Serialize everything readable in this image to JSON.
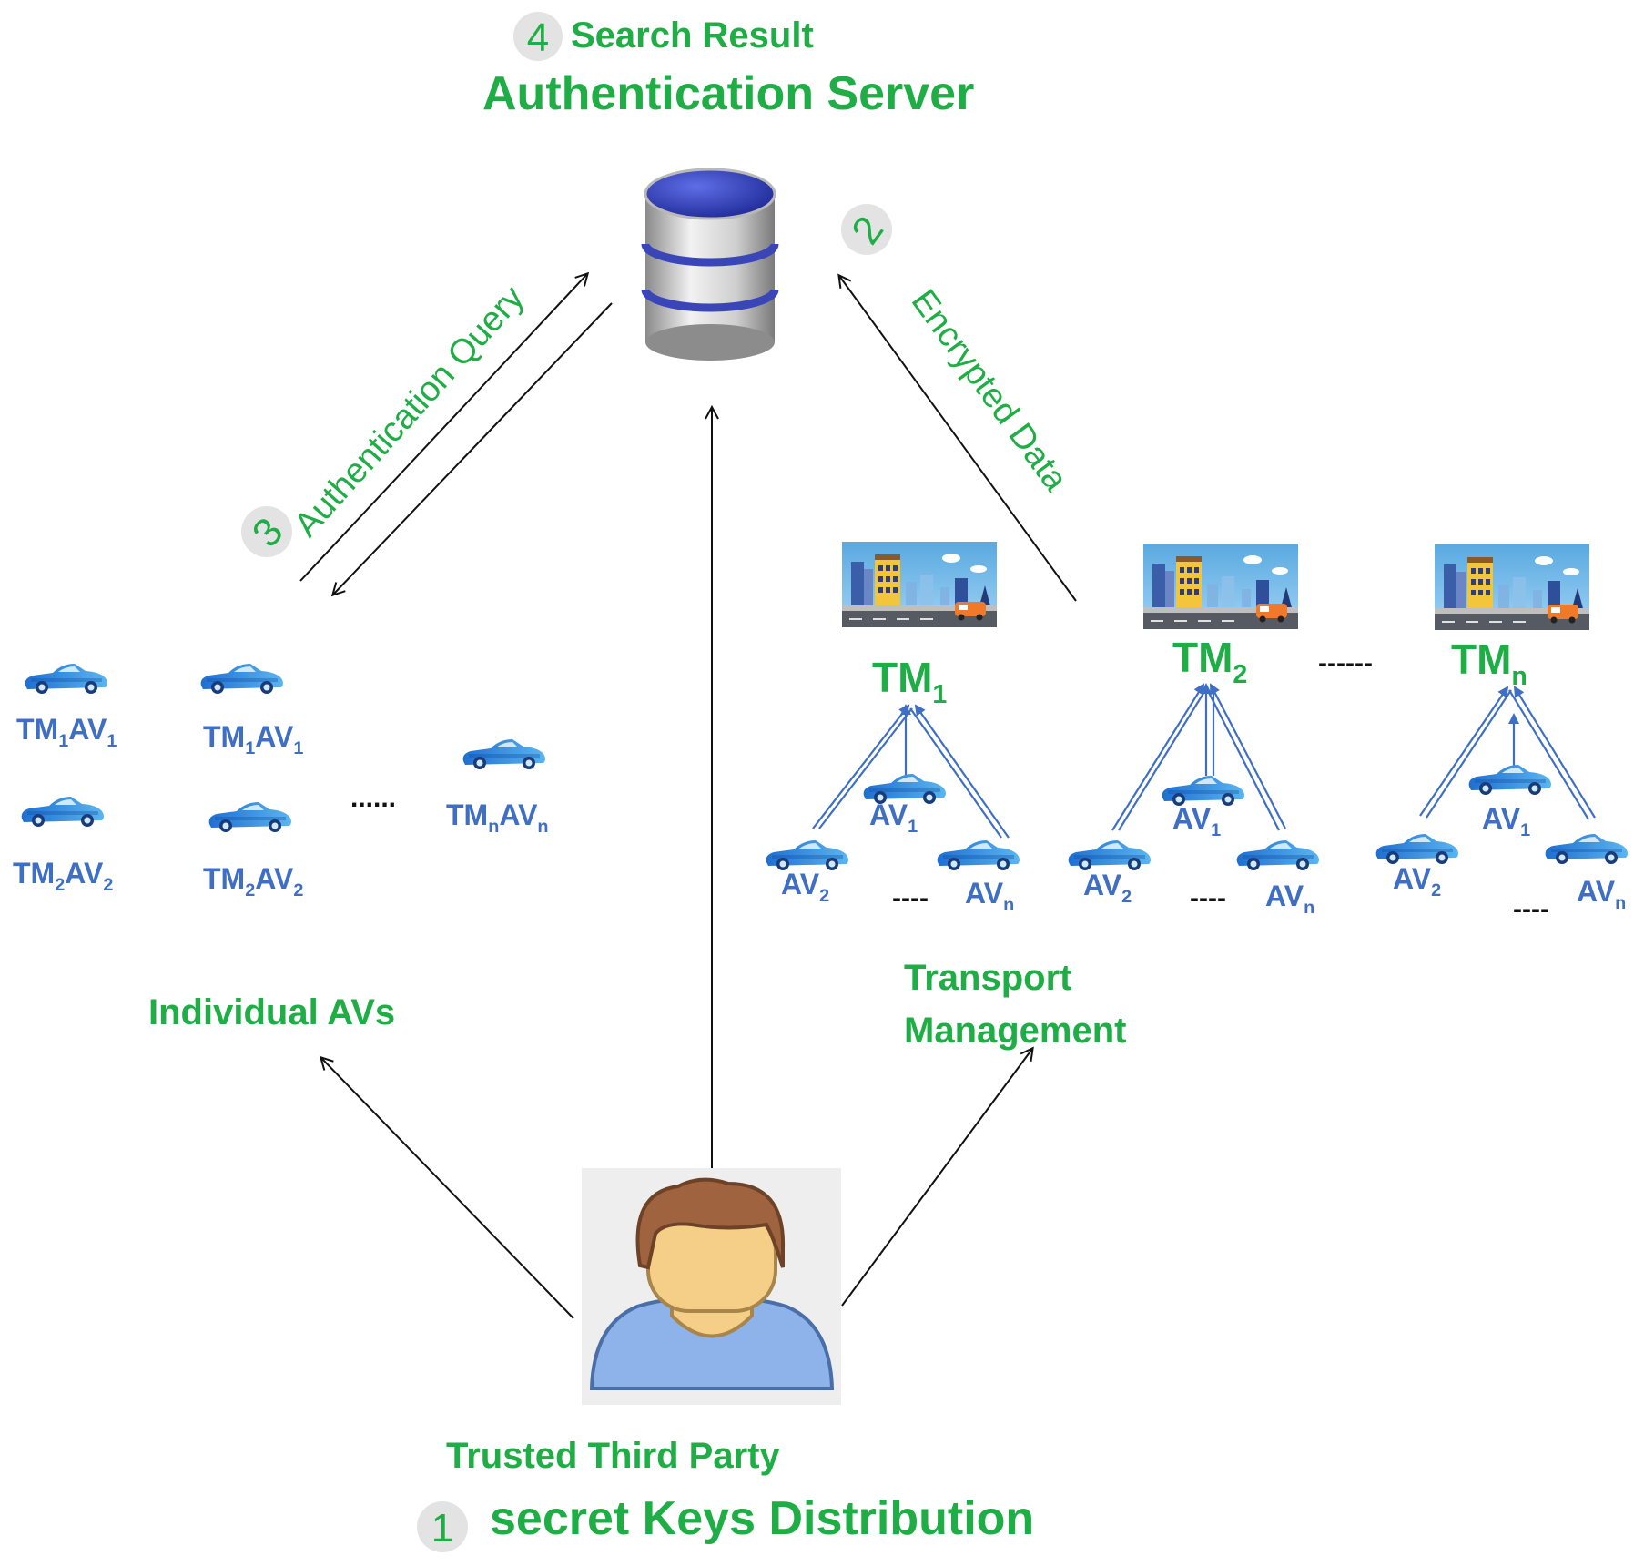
{
  "server": {
    "step": "4",
    "step_label": "Search Result",
    "title": "Authentication Server"
  },
  "flows": {
    "step2": "2",
    "encrypted_label": "Encrypted Data",
    "step3": "3",
    "query_label": "Authentication Query"
  },
  "individual": {
    "title": "Individual AVs",
    "cars": [
      {
        "prefix": "TM",
        "s1": "1",
        "mid": "AV",
        "s2": "1"
      },
      {
        "prefix": "TM",
        "s1": "1",
        "mid": "AV",
        "s2": "1"
      },
      {
        "prefix": "TM",
        "s1": "2",
        "mid": "AV",
        "s2": "2"
      },
      {
        "prefix": "TM",
        "s1": "2",
        "mid": "AV",
        "s2": "2"
      },
      {
        "prefix": "TM",
        "s1": "n",
        "mid": "AV",
        "s2": "n"
      }
    ],
    "ellipsis": "......"
  },
  "transport": {
    "title_line1": "Transport",
    "title_line2": "Management",
    "groups": [
      {
        "tm": "TM",
        "tm_sub": "1",
        "av1": "1",
        "av2": "2",
        "avn": "n",
        "ellipsis": "----"
      },
      {
        "tm": "TM",
        "tm_sub": "2",
        "av1": "1",
        "av2": "2",
        "avn": "n",
        "ellipsis": "----"
      },
      {
        "tm": "TM",
        "tm_sub": "n",
        "av1": "1",
        "av2": "2",
        "avn": "n",
        "ellipsis": "----"
      }
    ],
    "av_text": "AV",
    "group_ellipsis": "------"
  },
  "ttp": {
    "title": "Trusted Third  Party",
    "step": "1",
    "step_label": "secret Keys Distribution"
  },
  "colors": {
    "green": "#1fae45",
    "blue": "#3f6fc4",
    "server_top": "#2a35a8",
    "skin": "#f5cf87",
    "hair": "#a0633f",
    "shirt": "#8db3ea"
  }
}
